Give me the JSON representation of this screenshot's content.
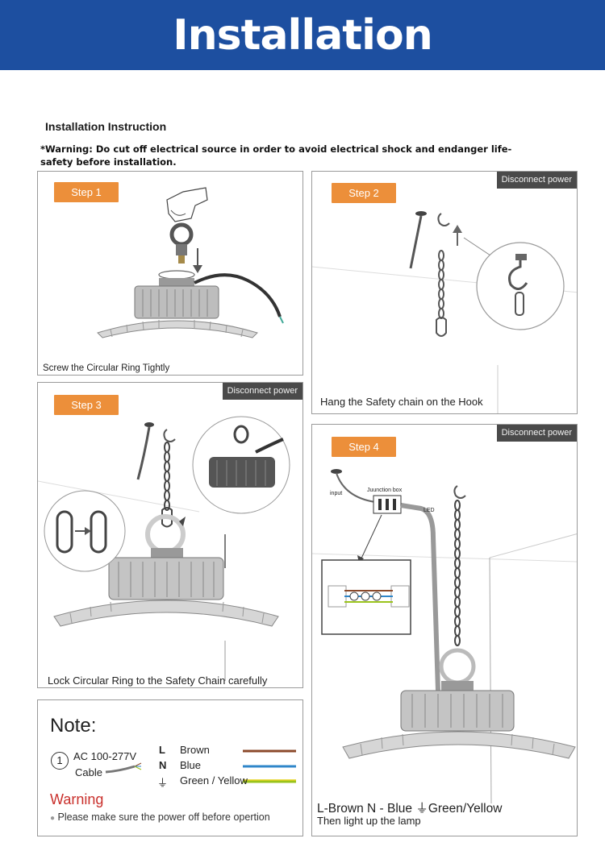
{
  "banner": {
    "title": "Installation"
  },
  "heading": "Installation Instruction",
  "warning": "*Warning: Do cut off electrical source in order to avoid electrical shock and endanger life-safety before installation.",
  "steps": [
    {
      "badge": "Step 1",
      "caption": "Screw the Circular Ring Tightly"
    },
    {
      "badge": "Step 2",
      "tag": "Disconnect power",
      "caption": "Hang the Safety chain on the Hook"
    },
    {
      "badge": "Step 3",
      "tag": "Disconnect power",
      "caption": "Lock Circular Ring to the Safety Chain carefully"
    },
    {
      "badge": "Step 4",
      "tag": "Disconnect power",
      "caption_line1": "L-Brown  N - Blue  ⏚Green/Yellow",
      "caption_line2": "Then light up the lamp"
    }
  ],
  "step4_diagram": {
    "input_label": "input",
    "junction_label": "Juunction box",
    "led_label": "LED"
  },
  "note": {
    "title": "Note:",
    "number": "1",
    "ac": "AC 100-277V",
    "cable": "Cable",
    "wires": [
      {
        "symbol": "L",
        "name": "Brown",
        "color": "#8b4a2b"
      },
      {
        "symbol": "N",
        "name": "Blue",
        "color": "#2f86c9"
      },
      {
        "symbol": "⏚",
        "name": "Green / Yellow",
        "color": "#9ac31c"
      }
    ],
    "warning_title": "Warning",
    "warning_text": "Please make sure the power off before opertion"
  },
  "colors": {
    "banner": "#1d4fa0",
    "step_badge": "#ec8f3a",
    "tag_bg": "#4a4a4a",
    "warning_red": "#c9302c"
  }
}
